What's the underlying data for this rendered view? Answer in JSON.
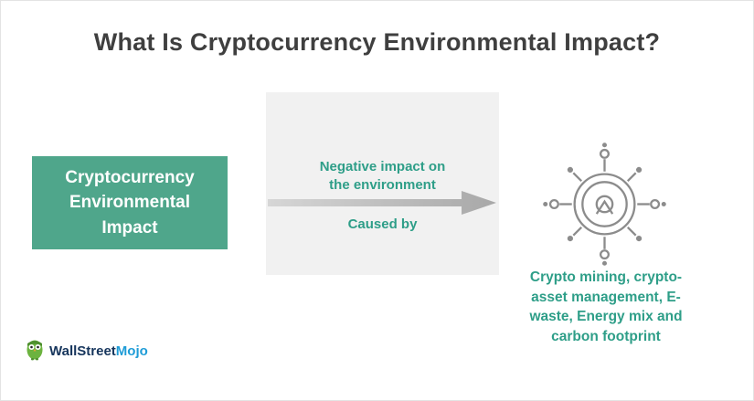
{
  "title": "What Is Cryptocurrency Environmental Impact?",
  "left_box": {
    "lines": [
      "Cryptocurrency",
      "Environmental",
      "Impact"
    ]
  },
  "middle": {
    "top_lines": [
      "Negative impact on",
      "the environment"
    ],
    "caused_by": "Caused by"
  },
  "right": {
    "icon": "crypto-mining-network-icon",
    "caption_lines": [
      "Crypto mining, crypto-",
      "asset management, E-",
      "waste, Energy mix and",
      "carbon footprint"
    ]
  },
  "brand": {
    "part1": "WallStreet",
    "part2": "Mojo",
    "logo_icon": "owl-icon"
  },
  "colors": {
    "teal_text": "#2e9e88",
    "box_bg": "#4fa68b",
    "arrow_gray": "#b3b3b3",
    "band_bg": "#f1f1f1",
    "title_color": "#3f3f3f",
    "brand_navy": "#16355c",
    "brand_blue": "#1e9cd7",
    "icon_gray": "#8c8c8c"
  }
}
